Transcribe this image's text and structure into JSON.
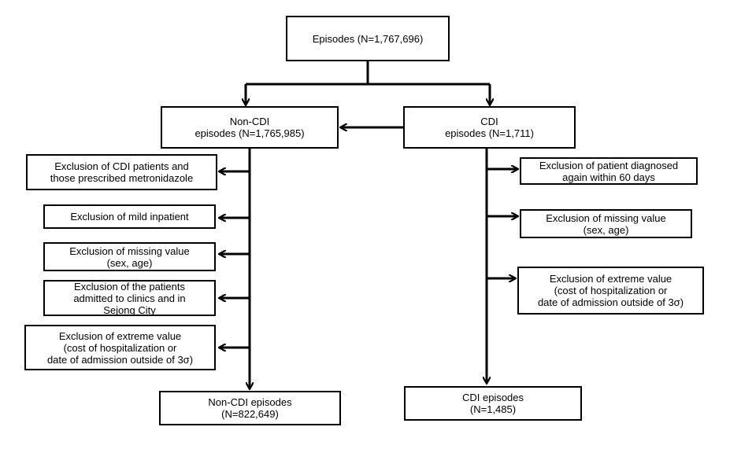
{
  "nodes": {
    "episodes": {
      "lines": [
        "Episodes (N=1,767,696)"
      ]
    },
    "non_cdi": {
      "lines": [
        "Non-CDI",
        "episodes (N=1,765,985)"
      ]
    },
    "cdi": {
      "lines": [
        "CDI",
        "episodes (N=1,711)"
      ]
    },
    "excl_cdi_metro": {
      "lines": [
        "Exclusion of CDI patients and",
        "those prescribed metronidazole"
      ]
    },
    "excl_mild": {
      "lines": [
        "Exclusion of mild inpatient"
      ]
    },
    "excl_missing_left": {
      "lines": [
        "Exclusion of missing value",
        "(sex, age)"
      ]
    },
    "excl_clinics": {
      "lines": [
        "Exclusion of the patients",
        "admitted to clinics and in",
        "Sejong City"
      ]
    },
    "excl_extreme_left": {
      "lines": [
        "Exclusion of extreme value",
        "(cost of hospitalization or",
        "date of admission outside of 3σ)"
      ]
    },
    "non_cdi_final": {
      "lines": [
        "Non-CDI episodes",
        "(N=822,649)"
      ]
    },
    "excl_diag_again": {
      "lines": [
        "Exclusion of patient diagnosed",
        "again within 60 days"
      ]
    },
    "excl_missing_right": {
      "lines": [
        "Exclusion of missing value",
        "(sex, age)"
      ]
    },
    "excl_extreme_right": {
      "lines": [
        "Exclusion of extreme value",
        "(cost of hospitalization or",
        "date of admission outside of 3σ)"
      ]
    },
    "cdi_final": {
      "lines": [
        "CDI episodes",
        "(N=1,485)"
      ]
    }
  }
}
